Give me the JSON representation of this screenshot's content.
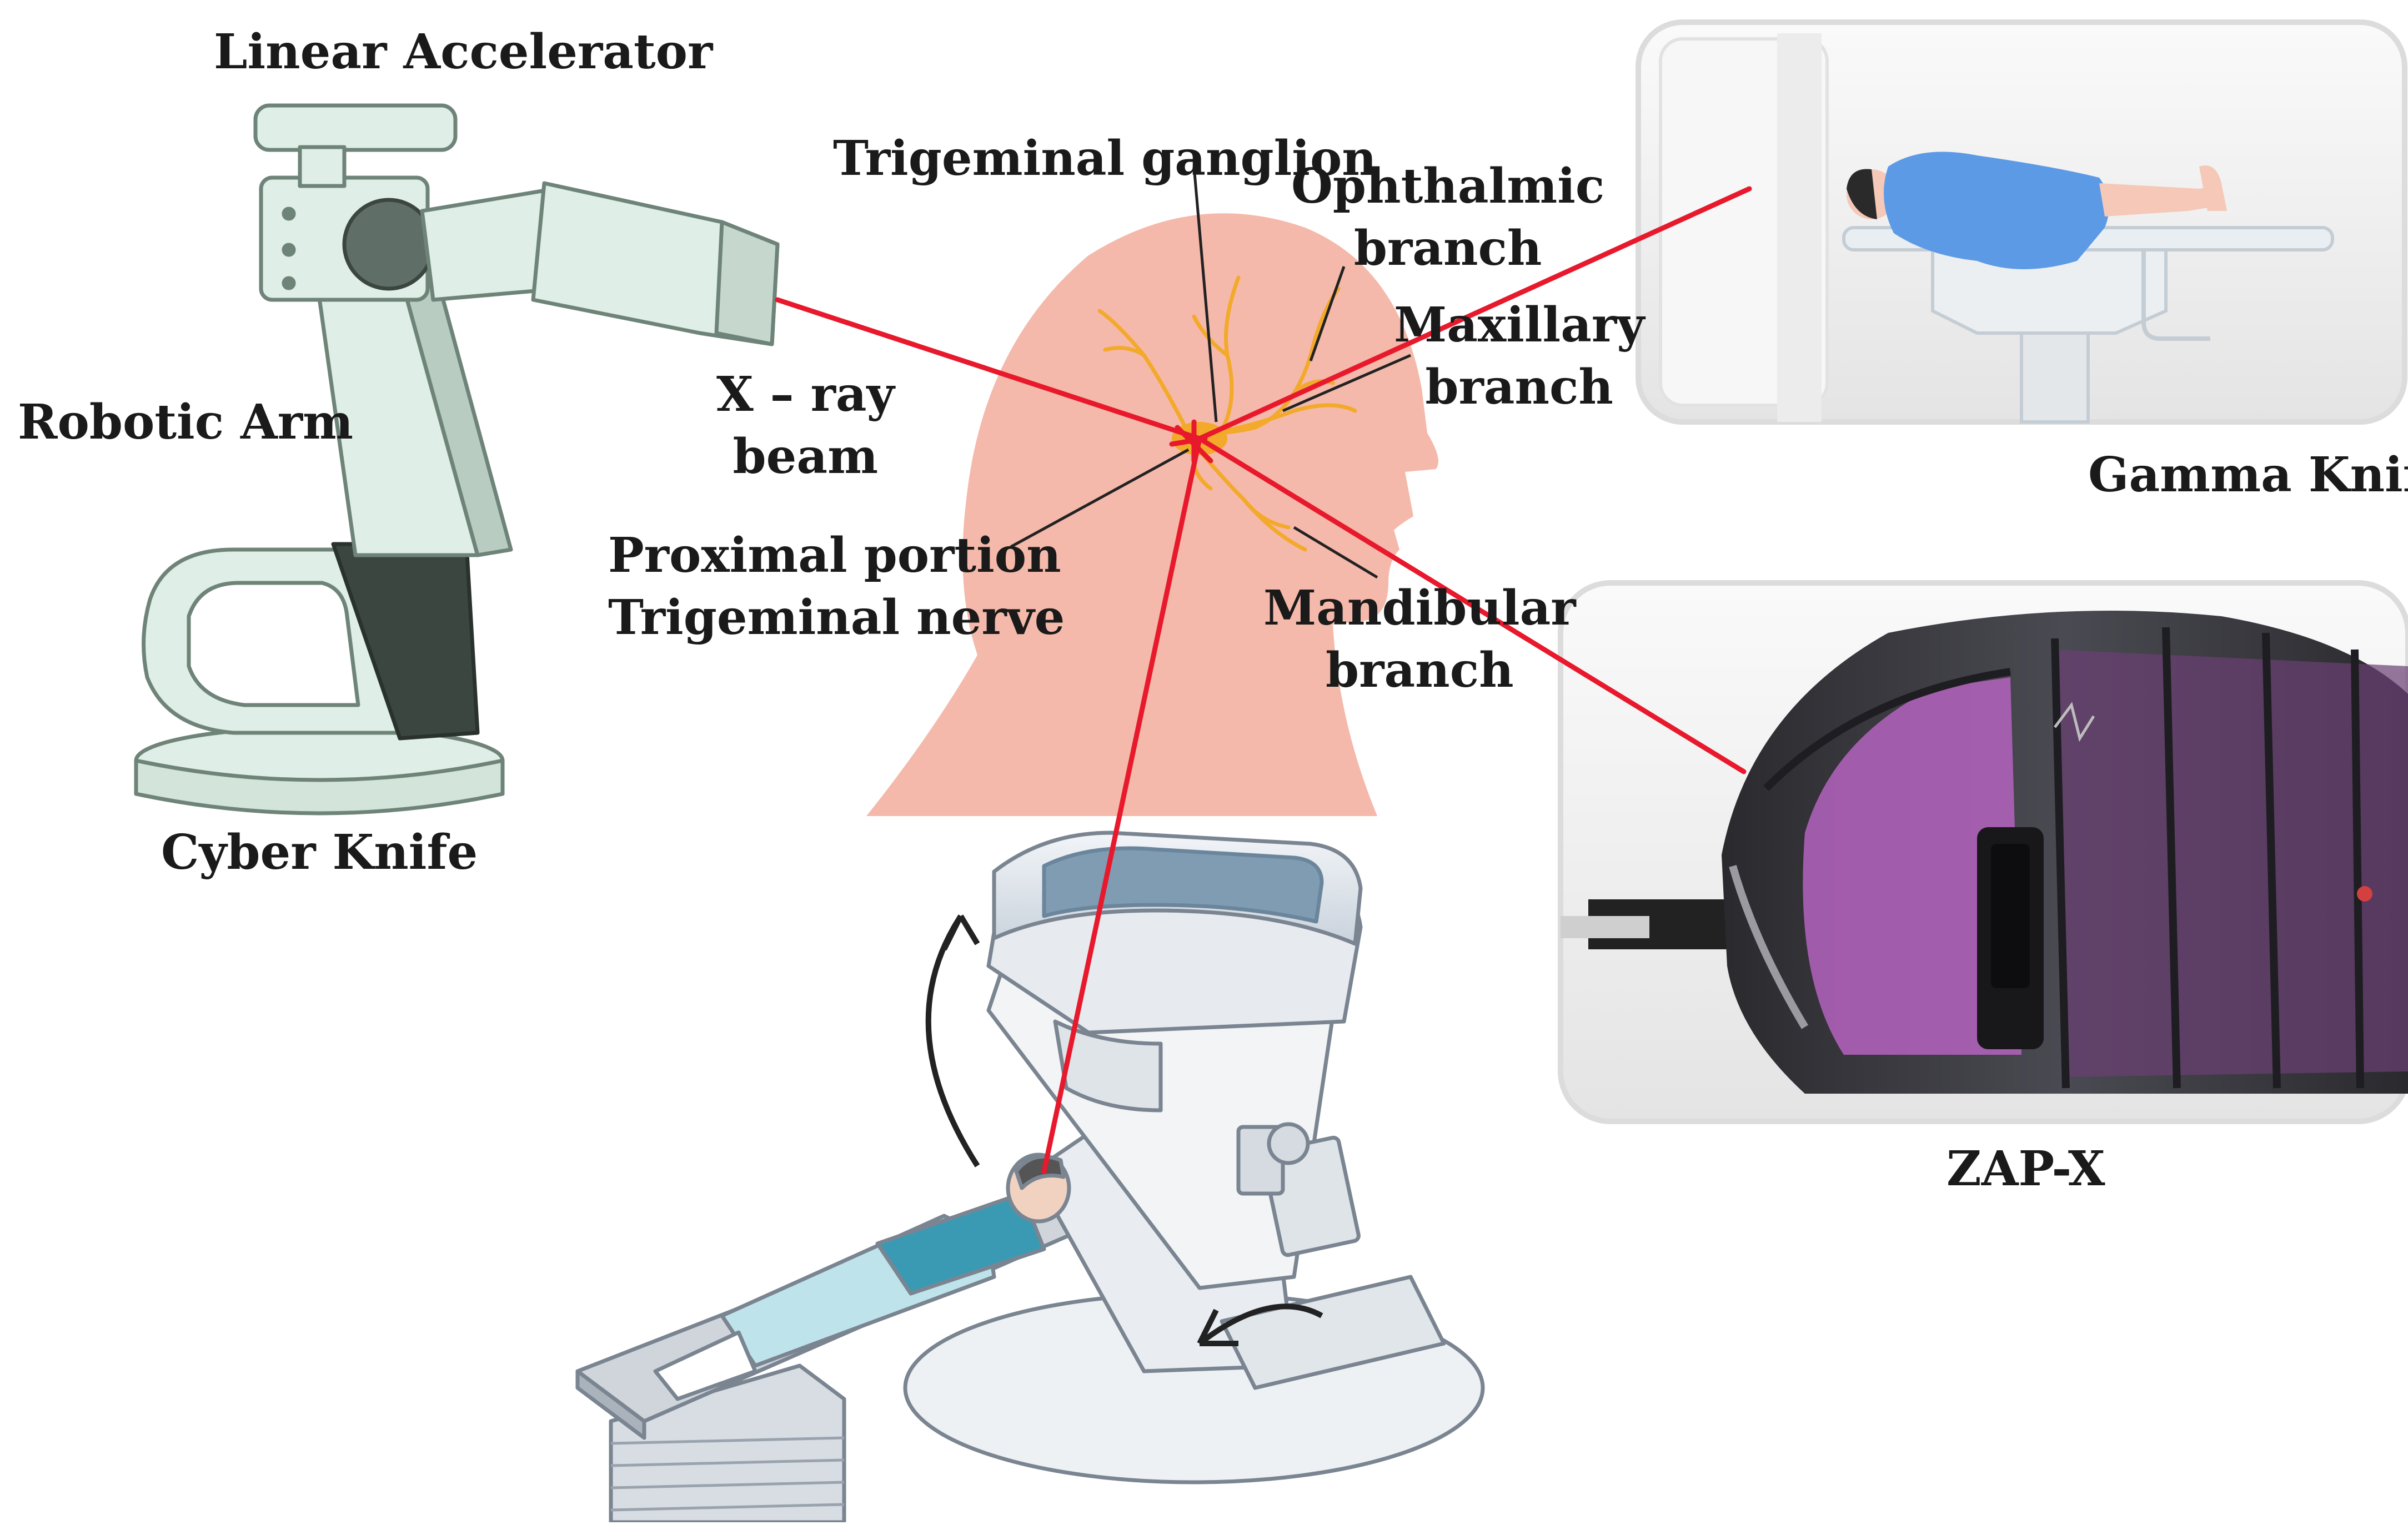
{
  "labels": {
    "linear_accelerator": "Linear Accelerator",
    "robotic_arm": "Robotic Arm",
    "cyber_knife": "Cyber Knife",
    "xray_beam_1": "X – ray",
    "xray_beam_2": "beam",
    "trigeminal_ganglion": "Trigeminal ganglion",
    "ophthalmic_1": "Ophthalmic",
    "ophthalmic_2": "branch",
    "maxillary_1": "Maxillary",
    "maxillary_2": "branch",
    "mandibular_1": "Mandibular",
    "mandibular_2": "branch",
    "proximal_1": "Proximal portion",
    "proximal_2": "Trigeminal nerve",
    "gamma_knife": "Gamma Knif",
    "zap_x": "ZAP-X"
  },
  "colors": {
    "beam": "#e8192c",
    "head": "#f4b9aa",
    "nerve": "#f3a92a",
    "machine": "#dfeee6",
    "zap_body": "#3a3a3e",
    "zap_purple": "#b563c0",
    "gamma_blue": "#5d9ae6"
  }
}
